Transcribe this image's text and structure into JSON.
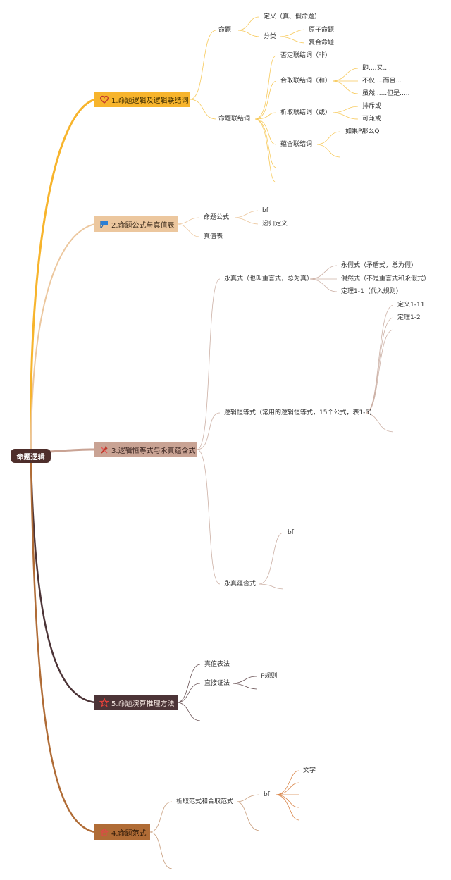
{
  "colors": {
    "root_bg": "#4e2e2b",
    "b1": "#f7b42c",
    "b2": "#ecc79e",
    "b3": "#c9a394",
    "b5": "#4c3437",
    "b4": "#b06c36"
  },
  "root": {
    "label": "命题逻辑"
  },
  "b1": {
    "label": "1.命题逻辑及逻辑联结词",
    "icon": "heart-icon",
    "mingti": "命题",
    "dingyi": "定义（真、假命题）",
    "fenlei": "分类",
    "yuanzi": "原子命题",
    "fuhe": "复合命题",
    "lianjieci": "命题联结词",
    "fouding": "否定联结词（非）",
    "hequ": "合取联结词（和）",
    "hequ_1": "即....又....",
    "hequ_2": "不仅....而且...",
    "hequ_3": "虽然......但是.....",
    "xiqu": "析取联结词（或）",
    "xiqu_1": "排斥或",
    "xiqu_2": "可兼或",
    "yunhan": "蕴含联结词",
    "yunhan_1": "如果P那么Q"
  },
  "b2": {
    "label": "2.命题公式与真值表",
    "icon": "flag-icon",
    "gongshi": "命题公式",
    "bf": "bf",
    "digui": "递归定义",
    "zhenzhibiao": "真值表"
  },
  "b3": {
    "label": "3.逻辑恒等式与永真蕴含式",
    "icon": "tools-icon",
    "yongzhen": "永真式（也叫重言式，总为真）",
    "yongjia": "永假式（矛盾式，总为假）",
    "ouran": "偶然式（不是重言式和永假式）",
    "dingli11": "定理1-1（代入规则）",
    "hengdeng": "逻辑恒等式（常用的逻辑恒等式，15个公式，表1-5)",
    "dingyi111": "定义1-11",
    "dingli12": "定理1-2",
    "yunhanshi": "永真蕴含式",
    "bf": "bf"
  },
  "b5": {
    "label": "5.命题演算推理方法",
    "icon": "star-icon",
    "zhenzhibiaofa": "真值表法",
    "zhijie": "直接证法",
    "pguize": "P规则"
  },
  "b4": {
    "label": "4.命题范式",
    "icon": "house-icon",
    "fanshi": "析取范式和合取范式",
    "bf": "bf",
    "wenzi": "文字"
  }
}
